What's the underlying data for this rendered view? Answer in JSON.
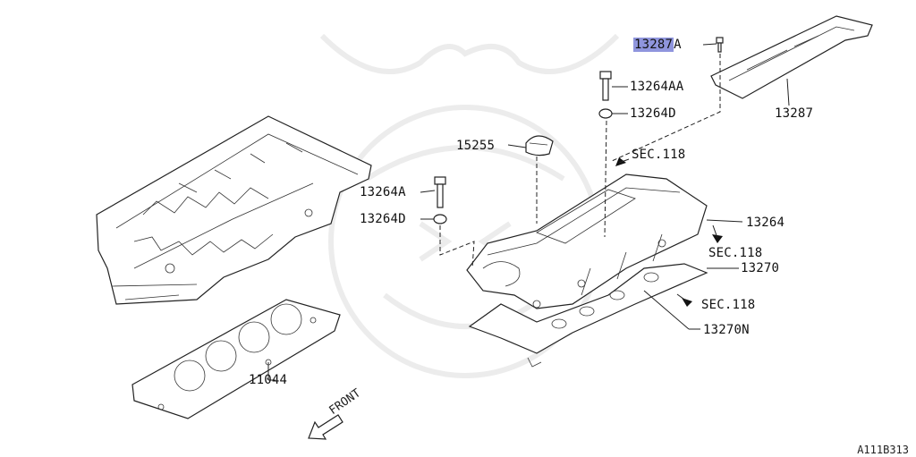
{
  "labels": {
    "p13287A_num": "13287",
    "p13287A_suffix": "A",
    "p13264AA": "13264AA",
    "p13264D_top": "13264D",
    "p13287": "13287",
    "p15255": "15255",
    "sec118_top": "SEC.118",
    "p13264A": "13264A",
    "p13264D_mid": "13264D",
    "p13264": "13264",
    "sec118_mid": "SEC.118",
    "p13270": "13270",
    "sec118_low": "SEC.118",
    "p13270N": "13270N",
    "p11044": "11044",
    "front": "FRONT"
  },
  "reference_code": "A111B313",
  "colors": {
    "highlight": "#8f95dd",
    "line": "#222222",
    "watermark": "#ececec"
  }
}
